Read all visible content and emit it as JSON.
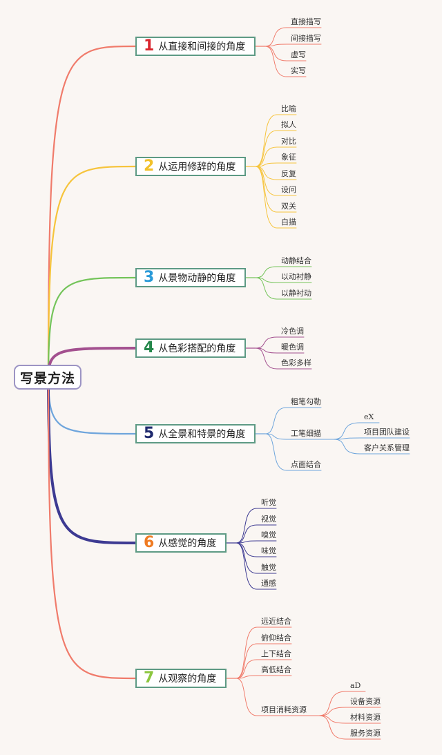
{
  "root": {
    "label": "写景方法"
  },
  "branches": [
    {
      "num": "1",
      "label": "从直接和间接的角度",
      "color": "#f07b6b",
      "num_color": "#d9242c",
      "children": [
        {
          "label": "直接描写"
        },
        {
          "label": "间接描写"
        },
        {
          "label": "虚写"
        },
        {
          "label": "实写"
        }
      ]
    },
    {
      "num": "2",
      "label": "从运用修辞的角度",
      "color": "#f6c43c",
      "num_color": "#f2c12a",
      "children": [
        {
          "label": "比喻"
        },
        {
          "label": "拟人"
        },
        {
          "label": "对比"
        },
        {
          "label": "象征"
        },
        {
          "label": "反复"
        },
        {
          "label": "设问"
        },
        {
          "label": "双关"
        },
        {
          "label": "白描"
        }
      ]
    },
    {
      "num": "3",
      "label": "从景物动静的角度",
      "color": "#74c45a",
      "num_color": "#2a9ad8",
      "children": [
        {
          "label": "动静结合"
        },
        {
          "label": "以动衬静"
        },
        {
          "label": "以静衬动"
        }
      ]
    },
    {
      "num": "4",
      "label": "从色彩搭配的角度",
      "color": "#a3508f",
      "num_color": "#24874a",
      "children": [
        {
          "label": "冷色调"
        },
        {
          "label": "暖色调"
        },
        {
          "label": "色彩多样"
        }
      ]
    },
    {
      "num": "5",
      "label": "从全景和特景的角度",
      "color": "#6ea5dc",
      "num_color": "#1f2a6e",
      "children": [
        {
          "label": "粗笔勾勒"
        },
        {
          "label": "工笔细描",
          "children": [
            {
              "label": "eX"
            },
            {
              "label": "项目团队建设"
            },
            {
              "label": "客户关系管理"
            }
          ]
        },
        {
          "label": "点面结合"
        }
      ]
    },
    {
      "num": "6",
      "label": "从感觉的角度",
      "color": "#3d3a92",
      "num_color": "#ef7b22",
      "children": [
        {
          "label": "听觉"
        },
        {
          "label": "视觉"
        },
        {
          "label": "嗅觉"
        },
        {
          "label": "味觉"
        },
        {
          "label": "触觉"
        },
        {
          "label": "通感"
        }
      ]
    },
    {
      "num": "7",
      "label": "从观察的角度",
      "color": "#f07b6b",
      "num_color": "#8cc63f",
      "children": [
        {
          "label": "远近结合"
        },
        {
          "label": "俯仰结合"
        },
        {
          "label": "上下结合"
        },
        {
          "label": "高低结合"
        },
        {
          "label": "项目消耗资源",
          "children": [
            {
              "label": "aD"
            },
            {
              "label": "设备资源"
            },
            {
              "label": "材料资源"
            },
            {
              "label": "服务资源"
            }
          ]
        }
      ]
    }
  ]
}
